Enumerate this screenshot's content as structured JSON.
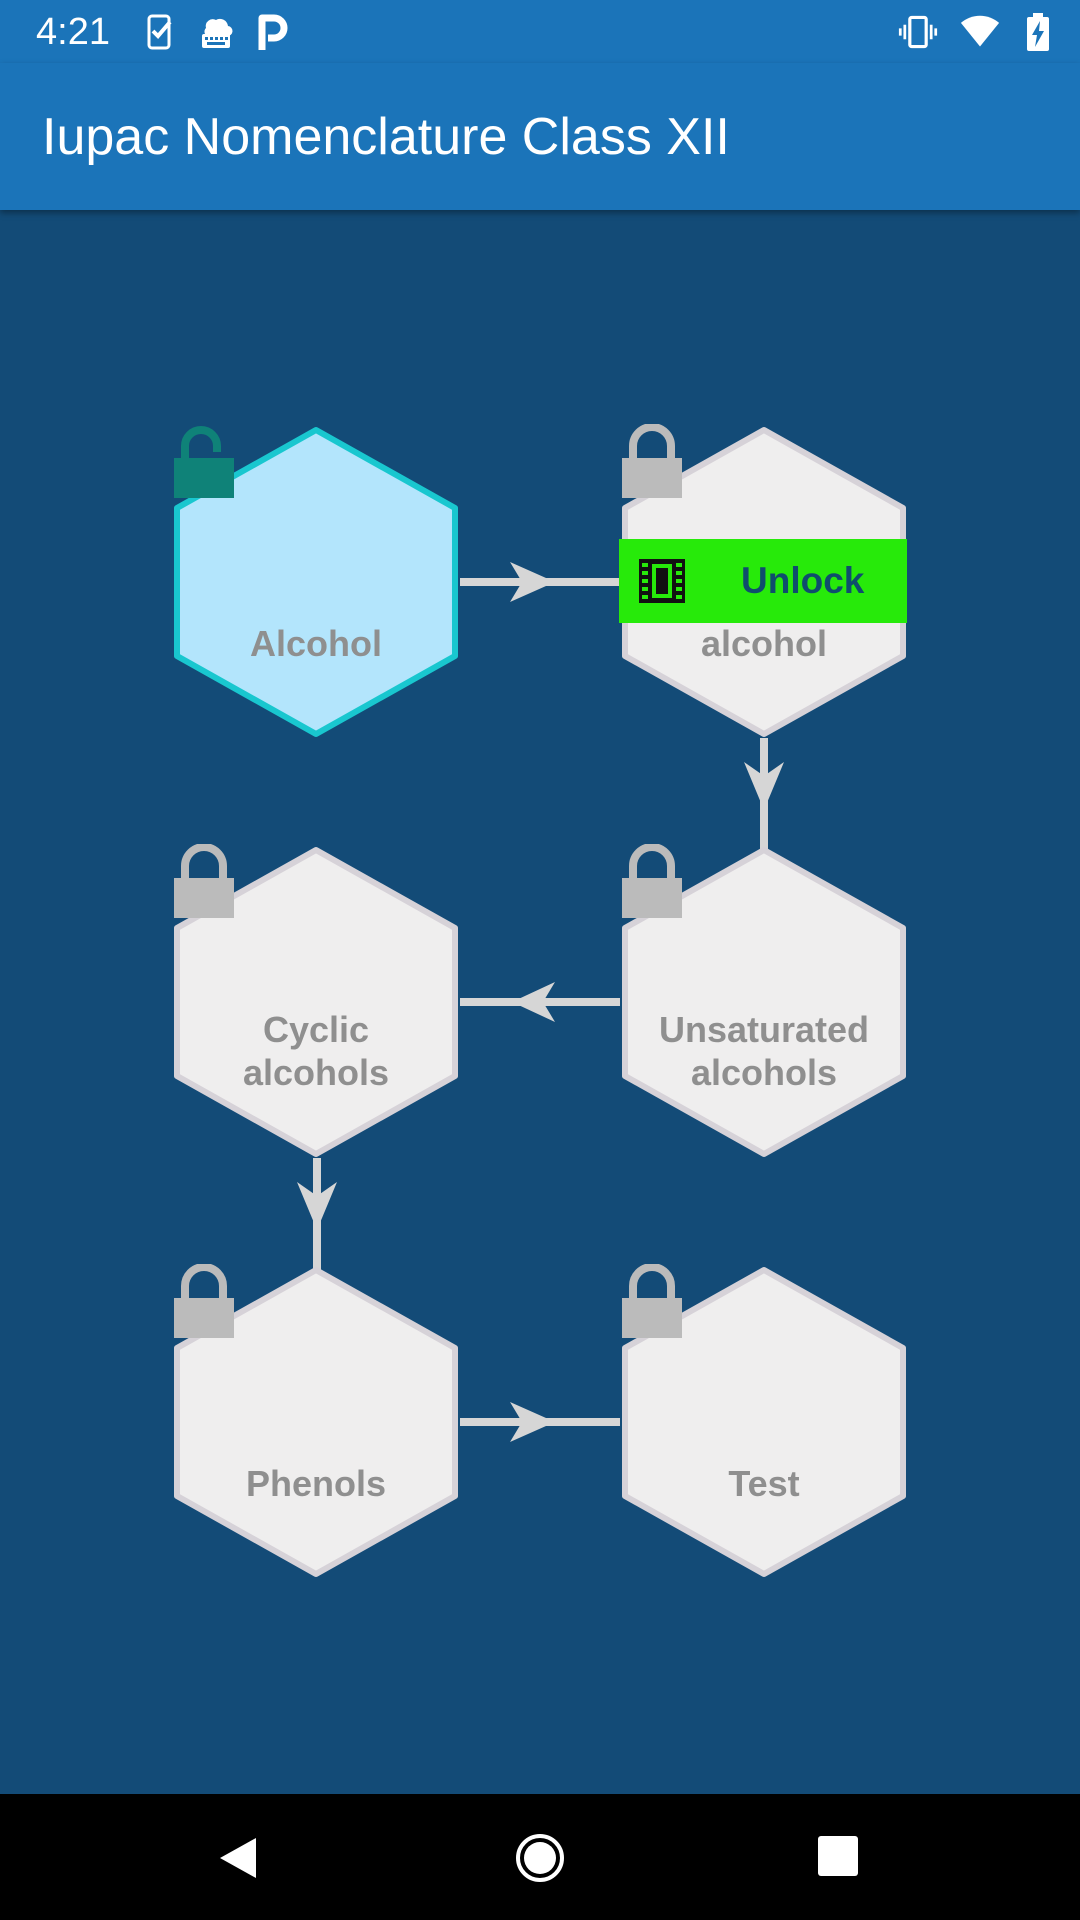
{
  "status_bar": {
    "time": "4:21",
    "notification_icons": [
      "task-check-icon",
      "keyboard-cloud-icon",
      "p-app-icon"
    ],
    "system_icons": [
      "vibrate-icon",
      "wifi-icon",
      "battery-charging-icon"
    ]
  },
  "app_bar": {
    "title": "Iupac Nomenclature Class XII",
    "color": "#1b74b9"
  },
  "levels": [
    {
      "label": "Alcohol",
      "state": "unlocked",
      "icon": "unlocked-padlock-icon"
    },
    {
      "label": "Polyhydric alcohol",
      "visible_label": "alcohol",
      "state": "locked",
      "icon": "padlock-icon"
    },
    {
      "label": "Unsaturated alcohols",
      "state": "locked",
      "icon": "padlock-icon"
    },
    {
      "label": "Cyclic alcohols",
      "state": "locked",
      "icon": "padlock-icon"
    },
    {
      "label": "Phenols",
      "state": "locked",
      "icon": "padlock-icon"
    },
    {
      "label": "Test",
      "state": "locked",
      "icon": "padlock-icon"
    }
  ],
  "unlock_button": {
    "label": "Unlock",
    "icon": "film-icon",
    "color": "#27ea0a"
  },
  "colors": {
    "background": "#134b77",
    "unlocked_fill": "#b3e5fc",
    "unlocked_border": "#19c7cf",
    "locked_fill": "#efeeee",
    "connector": "#d6d6d6"
  },
  "nav_bar": {
    "buttons": [
      "back-icon",
      "home-icon",
      "recents-icon"
    ]
  }
}
